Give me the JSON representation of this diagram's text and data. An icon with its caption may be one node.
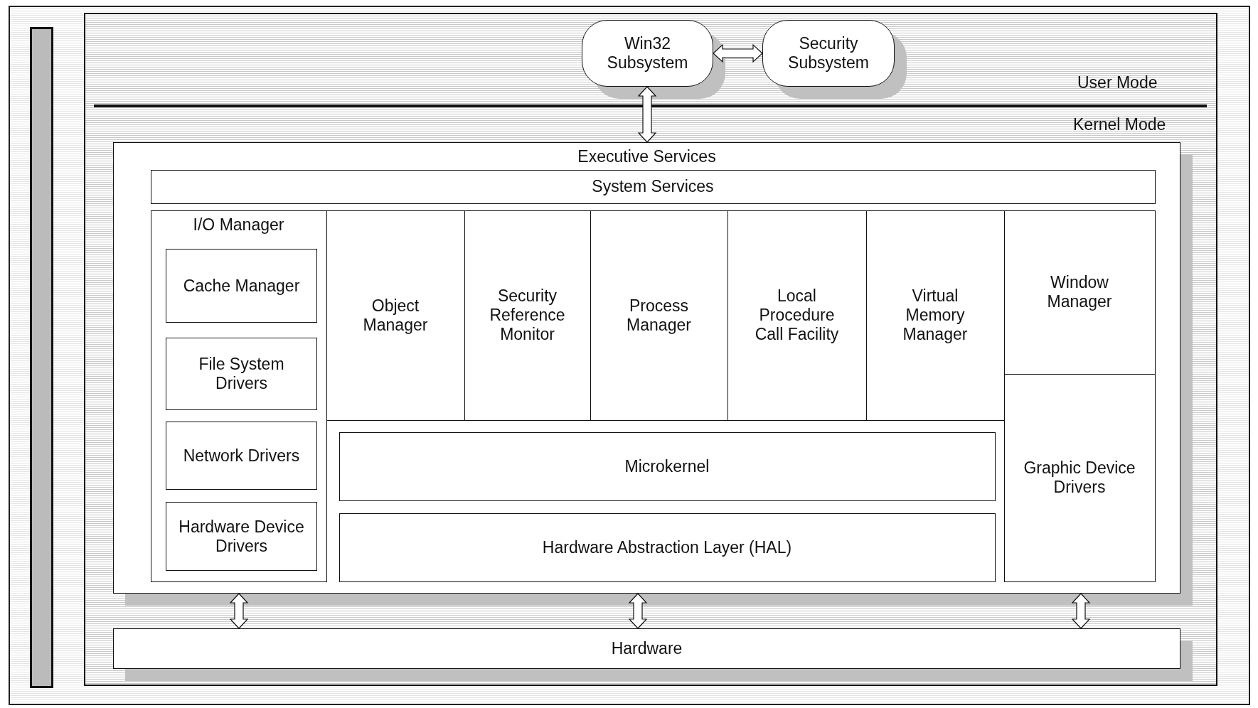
{
  "diagram": {
    "nodes": [
      {
        "text": [
          "Win32 Subsystem"
        ]
      },
      {
        "text": [
          "Security Subsystem"
        ]
      },
      {
        "text": [
          "Executive Services"
        ]
      },
      {
        "text": [
          "System Services"
        ],
        "in": 2
      },
      {
        "text": [
          "I/O Manager"
        ],
        "in": 2
      },
      {
        "text": [
          "Cache Manager"
        ],
        "in": 4
      },
      {
        "text": [
          "File System Drivers"
        ],
        "in": 4
      },
      {
        "text": [
          "Network Drivers"
        ],
        "in": 4
      },
      {
        "text": [
          "Hardware Device Drivers"
        ],
        "in": 4
      },
      {
        "text": [
          "Object Manager"
        ],
        "in": 2
      },
      {
        "text": [
          "Security Reference Monitor"
        ],
        "in": 2
      },
      {
        "text": [
          "Process Manager"
        ],
        "in": 2
      },
      {
        "text": [
          "Local Procedure Call Facility"
        ],
        "in": 2
      },
      {
        "text": [
          "Virtual Memory Manager"
        ],
        "in": 2
      },
      {
        "text": [
          "Window Manager"
        ],
        "in": 2
      },
      {
        "text": [
          "Microkernel"
        ],
        "in": 2
      },
      {
        "text": [
          "Hardware Abstraction Layer (HAL)"
        ],
        "in": 2
      },
      {
        "text": [
          "Graphic Device Drivers"
        ],
        "in": 2
      },
      {
        "text": [
          "Hardware"
        ]
      },
      {
        "text": [],
        "shape": "bar"
      }
    ],
    "edges": [
      {
        "from": 0,
        "to": 1,
        "arrow": "both"
      },
      {
        "from": 0,
        "to": 2,
        "arrow": "both"
      },
      {
        "from": 2,
        "to": 18,
        "arrow": "both"
      },
      {
        "from": 2,
        "to": 18,
        "arrow": "both"
      },
      {
        "from": 2,
        "to": 18,
        "arrow": "both"
      }
    ],
    "labels": [
      "User Mode",
      "Kernel Mode"
    ]
  }
}
